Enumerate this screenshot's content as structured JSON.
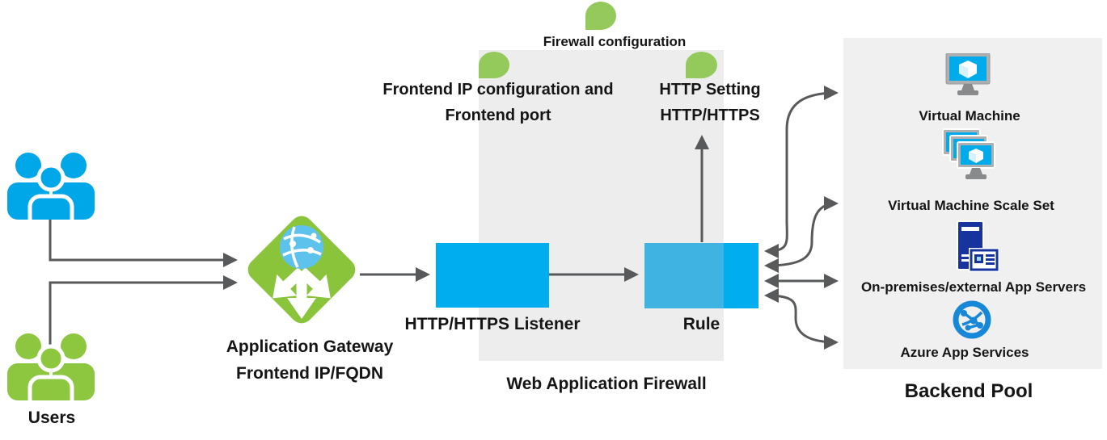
{
  "diagram": {
    "users": {
      "label": "Users",
      "icon_blue": "users-group-blue-icon",
      "icon_green": "users-group-green-icon"
    },
    "gateway": {
      "label_line1": "Application Gateway",
      "label_line2": "Frontend IP/FQDN",
      "icon": "application-gateway-icon"
    },
    "annotations": {
      "firewall_configuration": "Firewall configuration",
      "frontend_ip_line1": "Frontend IP configuration and",
      "frontend_ip_line2": "Frontend port",
      "http_setting_line1": "HTTP Setting",
      "http_setting_line2": "HTTP/HTTPS"
    },
    "waf": {
      "label": "Web Application Firewall",
      "listener_label": "HTTP/HTTPS Listener",
      "rule_label": "Rule"
    },
    "backend_pool": {
      "label": "Backend Pool",
      "items": [
        {
          "label": "Virtual Machine",
          "icon": "virtual-machine-icon"
        },
        {
          "label": "Virtual Machine Scale Set",
          "icon": "virtual-machine-scale-set-icon"
        },
        {
          "label": "On-premises/external App Servers",
          "icon": "on-premises-app-server-icon"
        },
        {
          "label": "Azure App Services",
          "icon": "azure-app-services-icon"
        }
      ]
    },
    "colors": {
      "accent_cyan": "#00AEEF",
      "rule_inner_cyan": "#3FB4E2",
      "users_blue": "#00A7E8",
      "green_primary": "#8DC63F",
      "leaf_marker_green": "#94C95C",
      "gateway_green": "#8AC43B",
      "globe_blue": "#5EC3EC",
      "arrow_gray": "#58595B",
      "panel_gray": "#EFEFEF",
      "server_navy": "#16339E",
      "app_service_blue": "#1787D8",
      "text": "#1A1A1A"
    }
  }
}
